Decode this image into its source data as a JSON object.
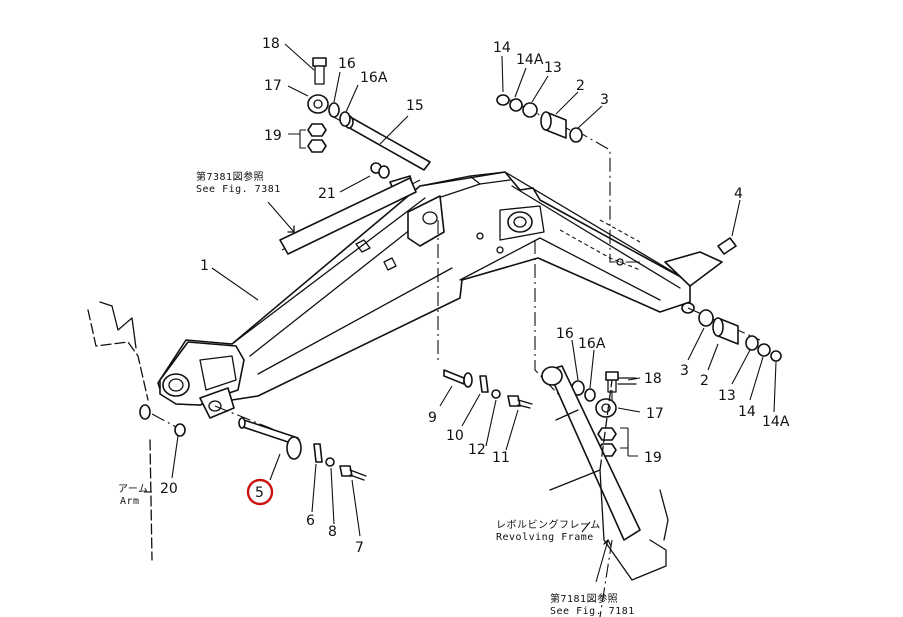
{
  "callouts": {
    "c18a": "18",
    "c17a": "17",
    "c16a": "16",
    "c16Aa": "16A",
    "c19a": "19",
    "c15": "15",
    "c21": "21",
    "c14a": "14",
    "c14Aa": "14A",
    "c13a": "13",
    "c2a": "2",
    "c3a": "3",
    "c4": "4",
    "c1": "1",
    "c3b": "3",
    "c2b": "2",
    "c13b": "13",
    "c14b": "14",
    "c14Ab": "14A",
    "c16b": "16",
    "c16Ab": "16A",
    "c18b": "18",
    "c17b": "17",
    "c19b": "19",
    "c9": "9",
    "c10": "10",
    "c12": "12",
    "c11": "11",
    "c5": "5",
    "c6": "6",
    "c8": "8",
    "c7": "7",
    "c20": "20"
  },
  "references": {
    "fig7381_jp": "第7381図参照",
    "fig7381_en": "See Fig. 7381",
    "fig7181_jp": "第7181図参照",
    "fig7181_en": "See Fig. 7181",
    "arm_jp": "アーム",
    "arm_en": "Arm",
    "frame_jp": "レボルビングフレーム",
    "frame_en": "Revolving Frame"
  },
  "colors": {
    "line": "#111111",
    "highlight": "#cc1111"
  },
  "highlighted_part": "5"
}
